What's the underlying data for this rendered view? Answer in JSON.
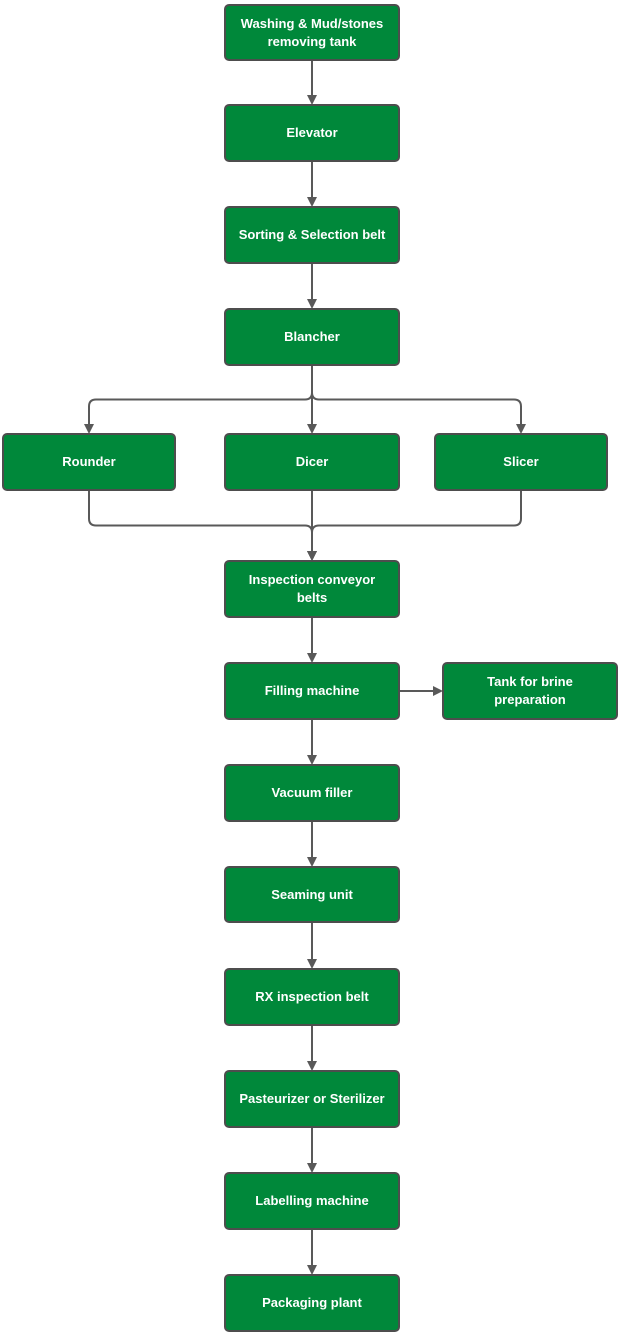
{
  "colors": {
    "node_fill": "#00883a",
    "node_border": "#4d4d4d",
    "connector": "#595959",
    "label_text": "#ffffff"
  },
  "nodes": {
    "washing": {
      "label": "Washing & Mud/stones removing tank"
    },
    "elevator": {
      "label": "Elevator"
    },
    "sorting": {
      "label": "Sorting & Selection belt"
    },
    "blancher": {
      "label": "Blancher"
    },
    "rounder": {
      "label": "Rounder"
    },
    "dicer": {
      "label": "Dicer"
    },
    "slicer": {
      "label": "Slicer"
    },
    "inspection": {
      "label": "Inspection conveyor belts"
    },
    "filling": {
      "label": "Filling machine"
    },
    "brine": {
      "label": "Tank for brine preparation"
    },
    "vacuum": {
      "label": "Vacuum filler"
    },
    "seaming": {
      "label": "Seaming unit"
    },
    "rx": {
      "label": "RX inspection belt"
    },
    "pasteurizer": {
      "label": "Pasteurizer or Sterilizer"
    },
    "labelling": {
      "label": "Labelling machine"
    },
    "packaging": {
      "label": "Packaging plant"
    }
  },
  "edges": [
    {
      "from": "washing",
      "to": "elevator"
    },
    {
      "from": "elevator",
      "to": "sorting"
    },
    {
      "from": "sorting",
      "to": "blancher"
    },
    {
      "from": "blancher",
      "to": "rounder"
    },
    {
      "from": "blancher",
      "to": "dicer"
    },
    {
      "from": "blancher",
      "to": "slicer"
    },
    {
      "from": "rounder",
      "to": "inspection"
    },
    {
      "from": "dicer",
      "to": "inspection"
    },
    {
      "from": "slicer",
      "to": "inspection"
    },
    {
      "from": "inspection",
      "to": "filling"
    },
    {
      "from": "filling",
      "to": "brine"
    },
    {
      "from": "filling",
      "to": "vacuum"
    },
    {
      "from": "vacuum",
      "to": "seaming"
    },
    {
      "from": "seaming",
      "to": "rx"
    },
    {
      "from": "rx",
      "to": "pasteurizer"
    },
    {
      "from": "pasteurizer",
      "to": "labelling"
    },
    {
      "from": "labelling",
      "to": "packaging"
    }
  ]
}
